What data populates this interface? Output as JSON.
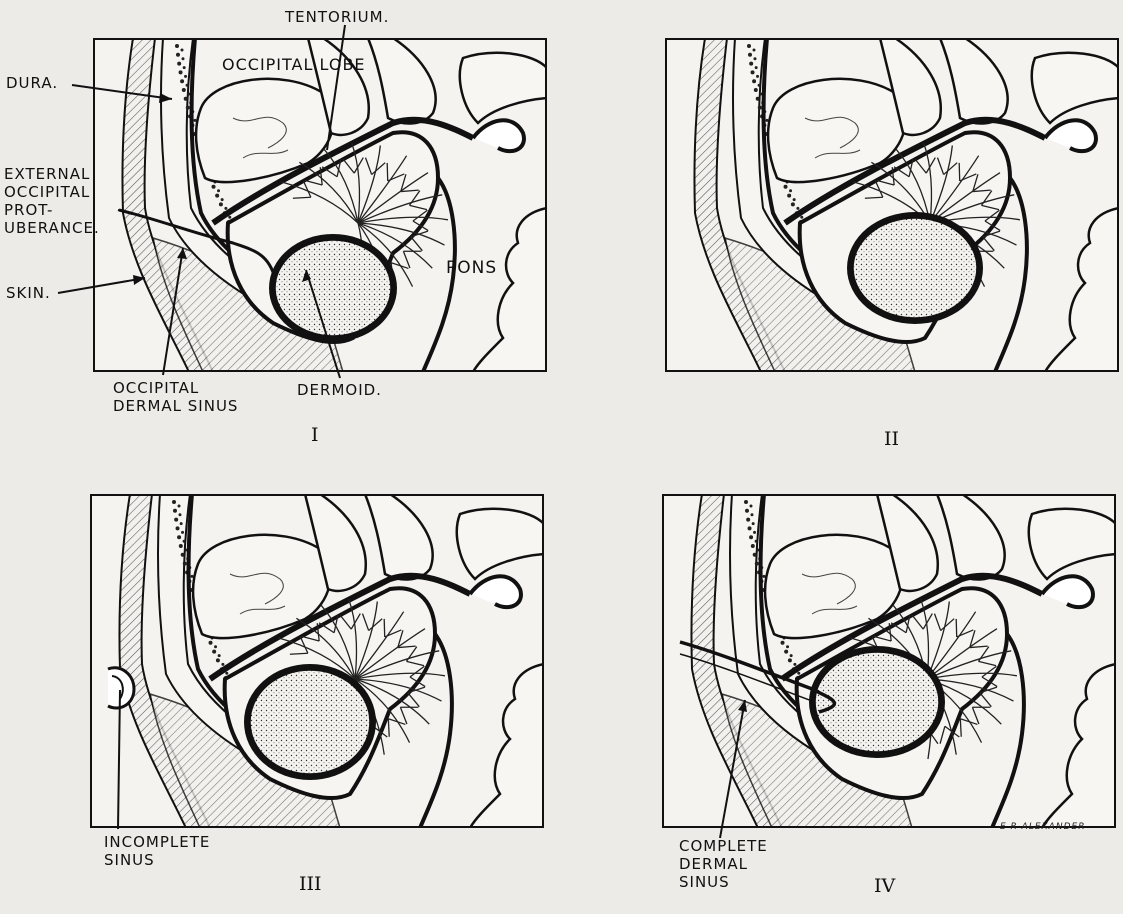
{
  "panels": [
    {
      "numeral": "I"
    },
    {
      "numeral": "II"
    },
    {
      "numeral": "III"
    },
    {
      "numeral": "IV"
    }
  ],
  "labels": {
    "tentorium": "TENTORIUM.",
    "occipital_lobe": "OCCIPITAL LOBE",
    "dura": "DURA.",
    "eop_1": "EXTERNAL",
    "eop_2": "OCCIPITAL",
    "eop_3": "PROT-",
    "eop_4": "UBERANCE.",
    "skin": "SKIN.",
    "pons": "PONS",
    "ods_1": "OCCIPITAL",
    "ods_2": "DERMAL SINUS",
    "dermoid": "DERMOID.",
    "incomplete_1": "INCOMPLETE",
    "incomplete_2": "SINUS",
    "complete_1": "COMPLETE",
    "complete_2": "DERMAL",
    "complete_3": "SINUS"
  },
  "signature": "E R ALEXANDER"
}
